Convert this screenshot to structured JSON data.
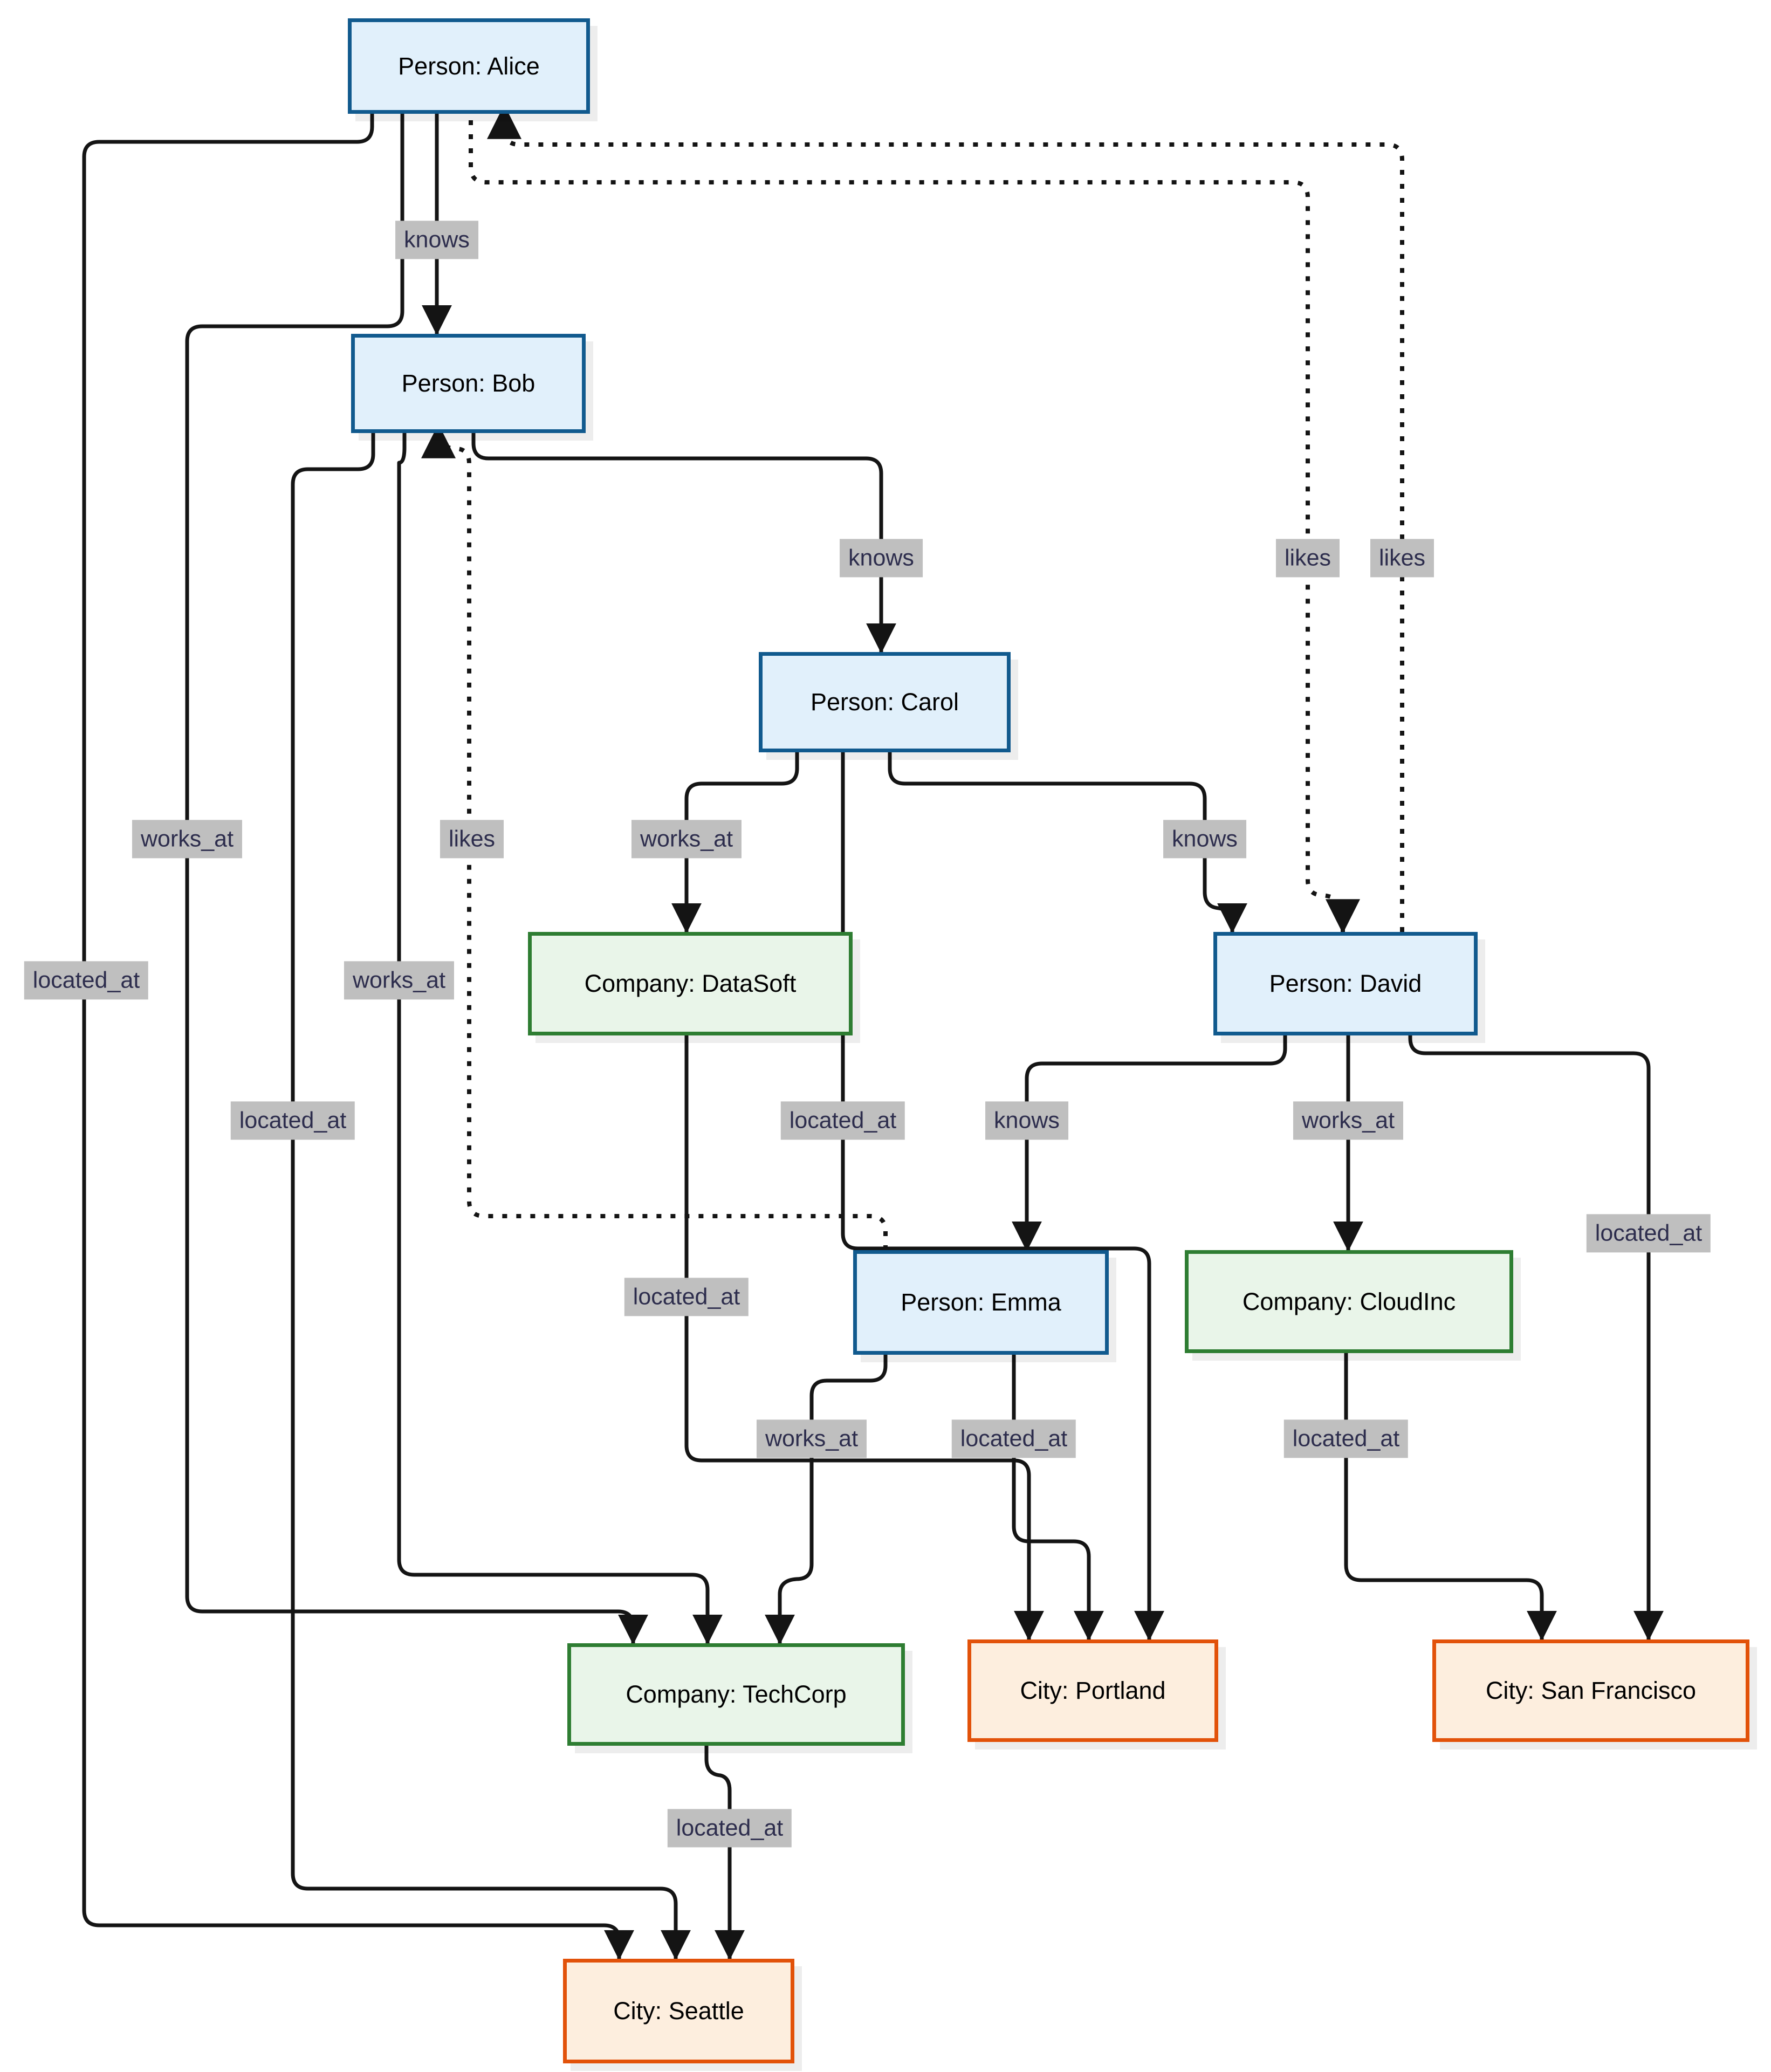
{
  "diagram": {
    "type": "knowledge-graph",
    "nodes": {
      "alice": {
        "label": "Person: Alice",
        "type": "person"
      },
      "bob": {
        "label": "Person: Bob",
        "type": "person"
      },
      "carol": {
        "label": "Person: Carol",
        "type": "person"
      },
      "david": {
        "label": "Person: David",
        "type": "person"
      },
      "emma": {
        "label": "Person: Emma",
        "type": "person"
      },
      "datasoft": {
        "label": "Company: DataSoft",
        "type": "company"
      },
      "cloudinc": {
        "label": "Company: CloudInc",
        "type": "company"
      },
      "techcorp": {
        "label": "Company: TechCorp",
        "type": "company"
      },
      "portland": {
        "label": "City: Portland",
        "type": "city"
      },
      "sanfrancisco": {
        "label": "City: San Francisco",
        "type": "city"
      },
      "seattle": {
        "label": "City: Seattle",
        "type": "city"
      }
    },
    "edges": [
      {
        "from": "alice",
        "to": "bob",
        "label": "knows",
        "style": "solid"
      },
      {
        "from": "bob",
        "to": "carol",
        "label": "knows",
        "style": "solid"
      },
      {
        "from": "alice",
        "to": "david",
        "label": "likes",
        "style": "dotted"
      },
      {
        "from": "david",
        "to": "alice",
        "label": "likes",
        "style": "dotted"
      },
      {
        "from": "emma",
        "to": "bob",
        "label": "likes",
        "style": "dotted"
      },
      {
        "from": "alice",
        "to": "techcorp",
        "label": "works_at",
        "style": "solid"
      },
      {
        "from": "alice",
        "to": "seattle",
        "label": "located_at",
        "style": "solid"
      },
      {
        "from": "bob",
        "to": "techcorp",
        "label": "works_at",
        "style": "solid"
      },
      {
        "from": "bob",
        "to": "seattle",
        "label": "located_at",
        "style": "solid"
      },
      {
        "from": "carol",
        "to": "datasoft",
        "label": "works_at",
        "style": "solid"
      },
      {
        "from": "carol",
        "to": "portland",
        "label": "located_at",
        "style": "solid"
      },
      {
        "from": "carol",
        "to": "david",
        "label": "knows",
        "style": "solid"
      },
      {
        "from": "david",
        "to": "emma",
        "label": "knows",
        "style": "solid"
      },
      {
        "from": "david",
        "to": "cloudinc",
        "label": "works_at",
        "style": "solid"
      },
      {
        "from": "david",
        "to": "sanfrancisco",
        "label": "located_at",
        "style": "solid"
      },
      {
        "from": "emma",
        "to": "techcorp",
        "label": "works_at",
        "style": "solid"
      },
      {
        "from": "emma",
        "to": "portland",
        "label": "located_at",
        "style": "solid"
      },
      {
        "from": "datasoft",
        "to": "portland",
        "label": "located_at",
        "style": "solid"
      },
      {
        "from": "cloudinc",
        "to": "sanfrancisco",
        "label": "located_at",
        "style": "solid"
      },
      {
        "from": "techcorp",
        "to": "seattle",
        "label": "located_at",
        "style": "solid"
      }
    ],
    "colors": {
      "person_fill": "#e1f0fb",
      "person_border": "#115a8e",
      "company_fill": "#e9f5e9",
      "company_border": "#2e7d32",
      "city_fill": "#fdeede",
      "city_border": "#e2520a",
      "edge": "#141414",
      "edge_label_bg": "#bfbfbf",
      "edge_label_text": "#2d2d4d"
    }
  }
}
